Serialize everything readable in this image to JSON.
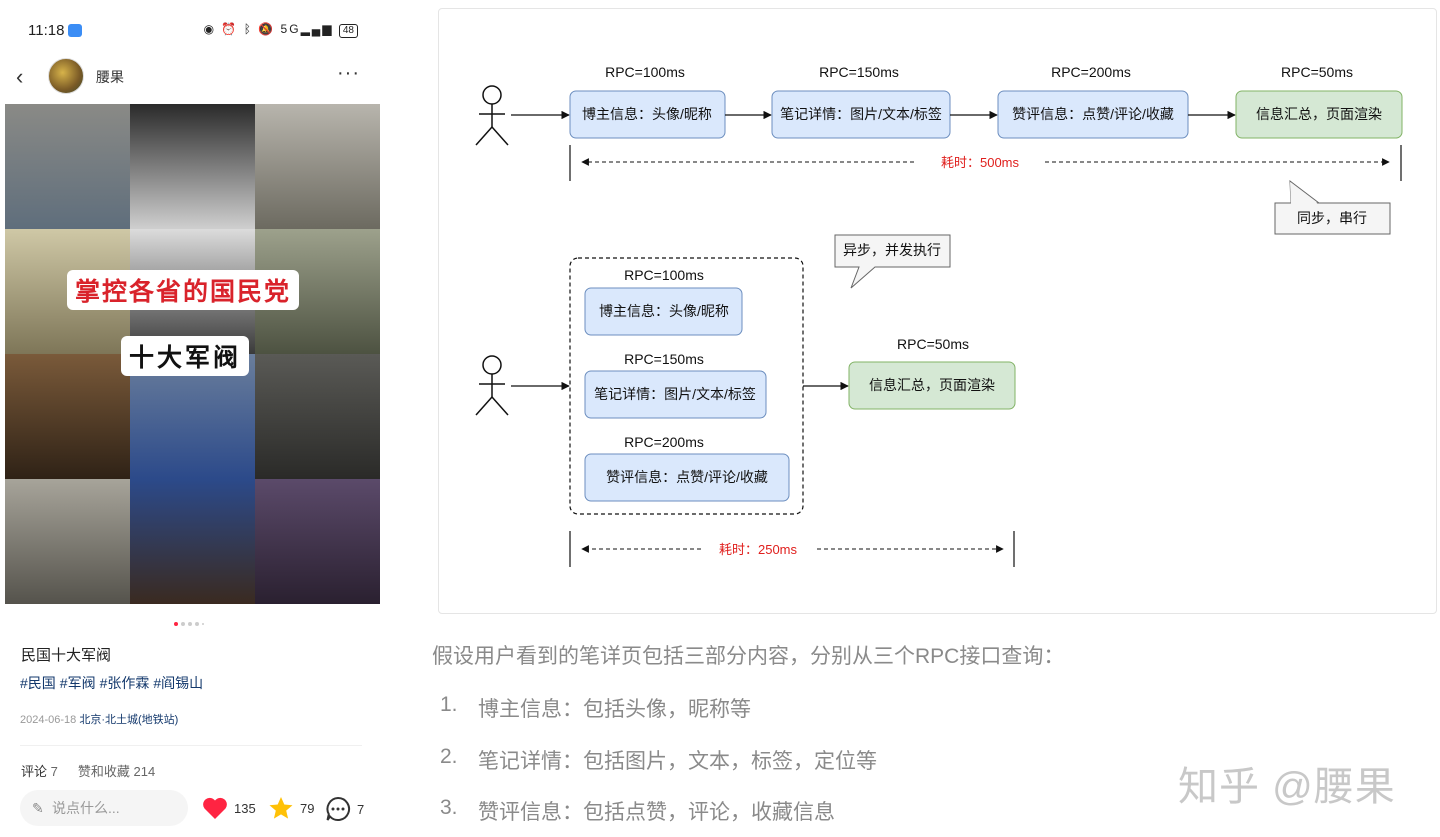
{
  "status": {
    "time": "11:18",
    "signal": "5G",
    "battery": "48"
  },
  "nav": {
    "author": "腰果",
    "more": "···"
  },
  "cover": {
    "title_line1": "掌控各省的国民党",
    "title_line2": "十大军阀"
  },
  "post": {
    "title": "民国十大军阀",
    "tags": [
      "#民国",
      "#军阀",
      "#张作霖",
      "#阎锡山"
    ],
    "date": "2024-06-18",
    "location": "北京·北土城(地铁站)"
  },
  "counts": {
    "comments_label": "评论",
    "comments_value": "7",
    "likes_label": "赞和收藏",
    "likes_value": "214"
  },
  "bottom_bar": {
    "placeholder": "说点什么...",
    "like_count": "135",
    "star_count": "79",
    "comment_count": "7"
  },
  "diagram": {
    "serial": {
      "rpc_labels": [
        "RPC=100ms",
        "RPC=150ms",
        "RPC=200ms",
        "RPC=50ms"
      ],
      "boxes": [
        "博主信息：头像/昵称",
        "笔记详情：图片/文本/标签",
        "赞评信息：点赞/评论/收藏",
        "信息汇总，页面渲染"
      ],
      "time_label": "耗时：500ms",
      "note": "同步，串行"
    },
    "parallel": {
      "rpc_labels": [
        "RPC=100ms",
        "RPC=150ms",
        "RPC=200ms",
        "RPC=50ms"
      ],
      "boxes": [
        "博主信息：头像/昵称",
        "笔记详情：图片/文本/标签",
        "赞评信息：点赞/评论/收藏",
        "信息汇总，页面渲染"
      ],
      "time_label": "耗时：250ms",
      "note": "异步，并发执行"
    },
    "colors": {
      "blue_fill": "#dae8fc",
      "blue_stroke": "#6c8ebf",
      "green_fill": "#d5e8d4",
      "green_stroke": "#82b366",
      "time_red": "#e0201e"
    }
  },
  "article": {
    "intro": "假设用户看到的笔详页包括三部分内容，分别从三个RPC接口查询：",
    "items": [
      {
        "num": "1.",
        "text": "博主信息：包括头像，昵称等"
      },
      {
        "num": "2.",
        "text": "笔记详情：包括图片，文本，标签，定位等"
      },
      {
        "num": "3.",
        "text": "赞评信息：包括点赞，评论，收藏信息"
      }
    ],
    "watermark": "知乎 @腰果"
  }
}
